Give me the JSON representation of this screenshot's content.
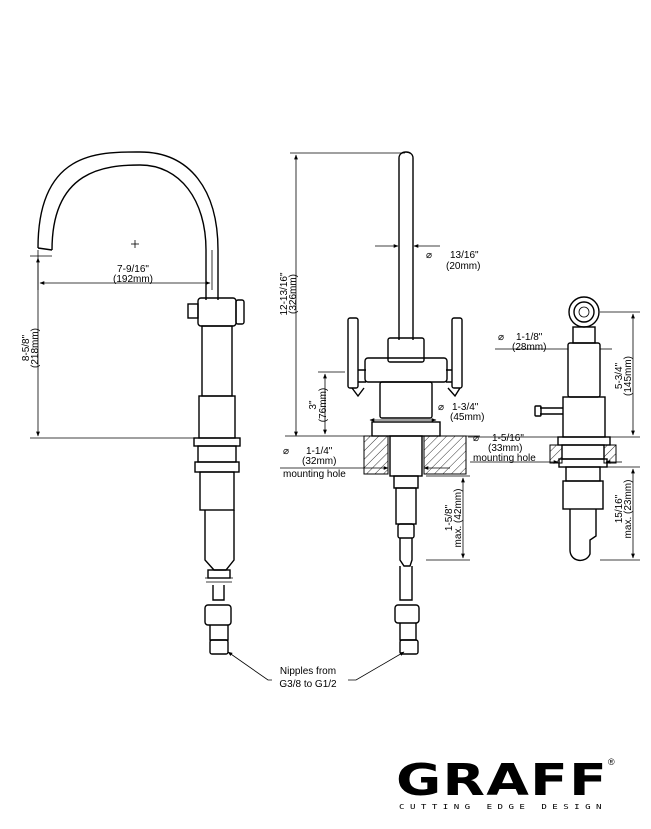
{
  "dimensions": {
    "reach": {
      "fraction": "7-9/16\"",
      "metric": "(192mm)"
    },
    "spout_height": {
      "fraction": "8-5/8\"",
      "metric": "(218mm)"
    },
    "overall_height": {
      "fraction": "12-13/16\"",
      "metric": "(326mm)"
    },
    "spout_diameter": {
      "symbol": "⌀",
      "fraction": "13/16\"",
      "metric": "(20mm)"
    },
    "handle_height": {
      "fraction": "3\"",
      "metric": "(76mm)"
    },
    "body_diameter": {
      "symbol": "⌀",
      "fraction": "1-3/4\"",
      "metric": "(45mm)"
    },
    "mounting_hole_front": {
      "symbol": "⌀",
      "fraction": "1-1/4\"",
      "metric": "(32mm)",
      "label": "mounting hole"
    },
    "shank_length": {
      "fraction": "1-5/8\"",
      "metric": "max. (42mm)"
    },
    "side_head_diameter": {
      "symbol": "⌀",
      "fraction": "1-1/8\"",
      "metric": "(28mm)"
    },
    "side_height": {
      "fraction": "5-3/4\"",
      "metric": "(145mm)"
    },
    "mounting_hole_side": {
      "symbol": "⌀",
      "fraction": "1-5/16\"",
      "metric": "(33mm)",
      "label": "mounting hole"
    },
    "side_shank": {
      "fraction": "15/16\"",
      "metric": "max. (23mm)"
    }
  },
  "callout": {
    "line1": "Nipples from",
    "line2": "G3/8 to G1/2"
  },
  "brand": {
    "name": "GRAFF",
    "registered": "®",
    "tagline": "CUTTING EDGE DESIGN"
  },
  "colors": {
    "ink": "#000000",
    "paper": "#ffffff"
  }
}
